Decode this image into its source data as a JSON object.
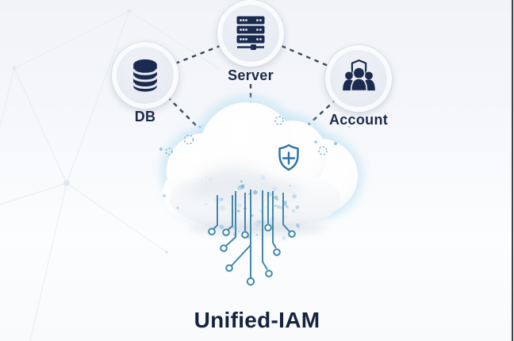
{
  "title": "Unified-IAM",
  "nodes": [
    {
      "id": "db",
      "label": "DB",
      "icon": "database-icon"
    },
    {
      "id": "server",
      "label": "Server",
      "icon": "server-icon"
    },
    {
      "id": "account",
      "label": "Account",
      "icon": "account-group-icon"
    }
  ],
  "cloud": {
    "badge_icon": "shield-plus-icon"
  },
  "colors": {
    "icon-navy": "#1b2b4f",
    "label-navy": "#1d2b4a",
    "title-navy": "#16233f",
    "connector": "#3c4757",
    "shield-blue": "#2e72a6",
    "circuit-blue": "#4387ab",
    "glow-blue": "#b8e1f5",
    "node-fill": "#e7ebf2"
  }
}
